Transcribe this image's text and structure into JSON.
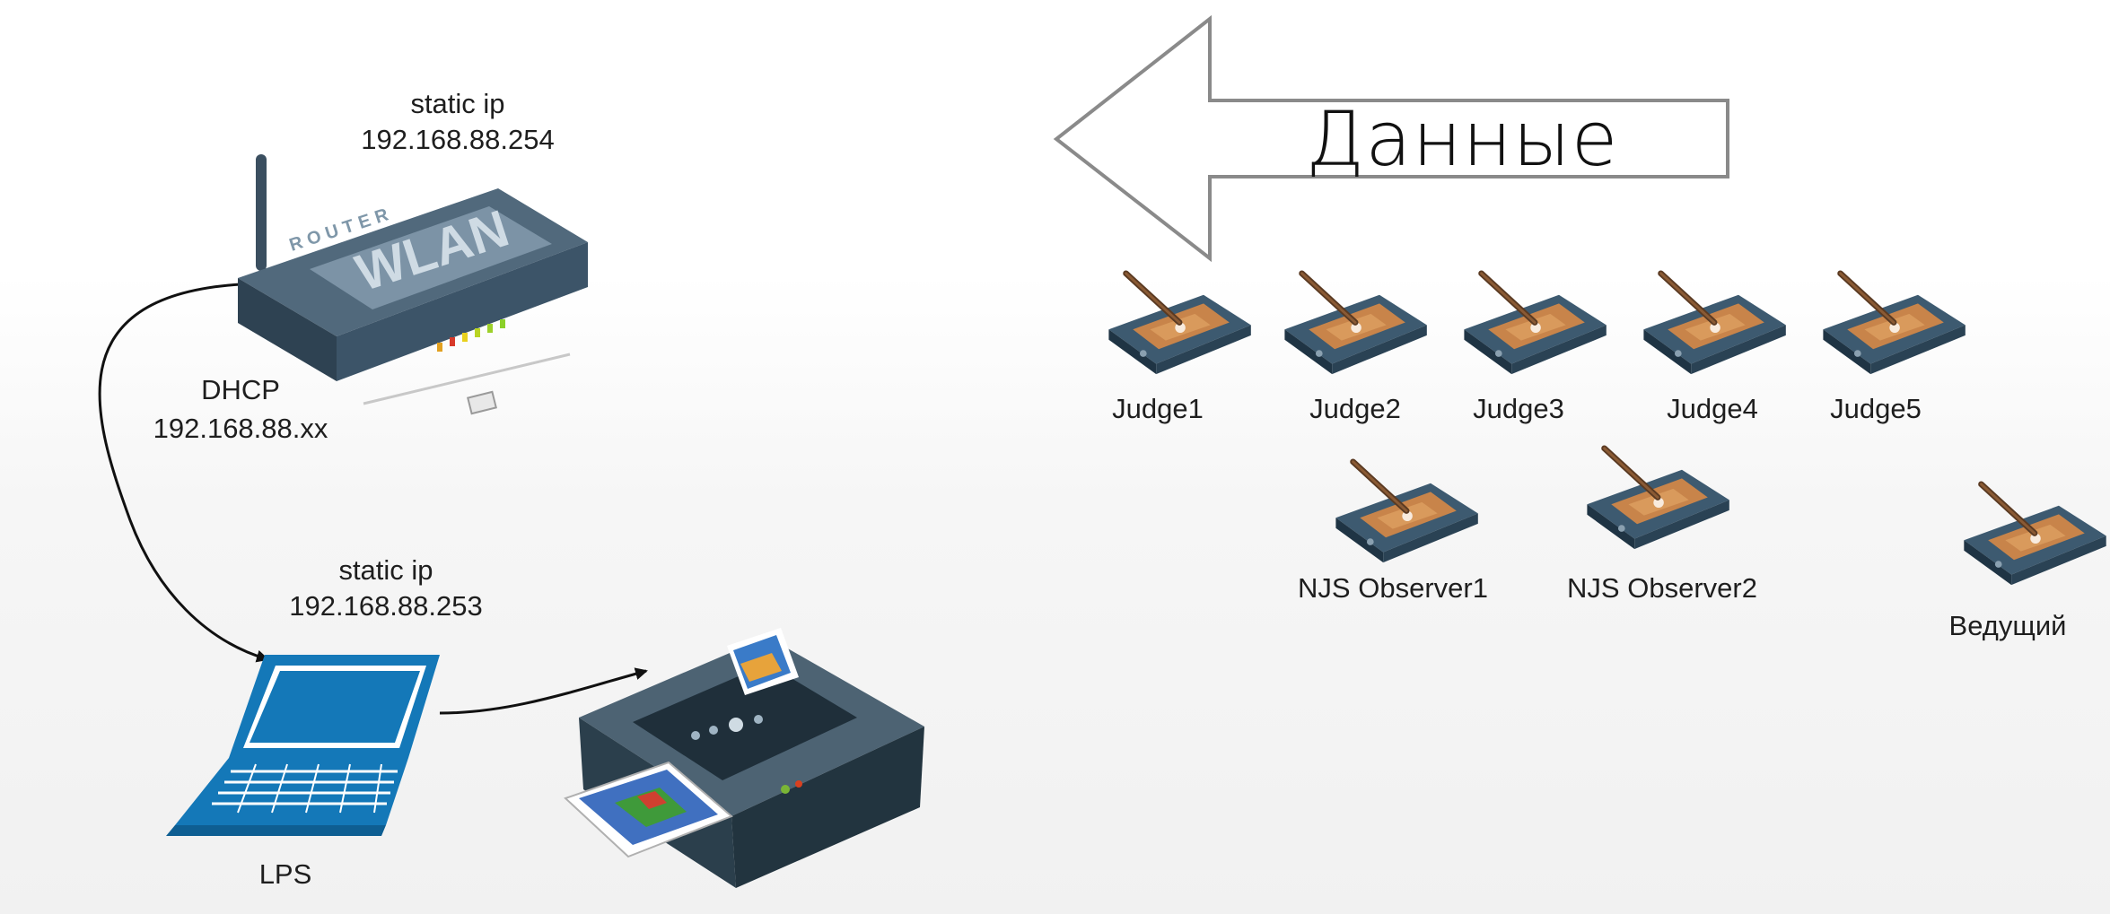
{
  "router": {
    "ip_mode": "static ip",
    "ip": "192.168.88.254",
    "logo_text_top": "ROUTER",
    "logo_text_main": "WLAN"
  },
  "link_router_lps": {
    "protocol": "DHCP",
    "range": "192.168.88.xx"
  },
  "lps": {
    "ip_mode": "static ip",
    "ip": "192.168.88.253",
    "label": "LPS"
  },
  "arrow": {
    "label": "Данные"
  },
  "tablets": {
    "judges": [
      "Judge1",
      "Judge2",
      "Judge3",
      "Judge4",
      "Judge5"
    ],
    "observers": [
      "NJS Observer1",
      "NJS Observer2"
    ],
    "host": "Ведущий"
  },
  "colors": {
    "tablet_body": "#2e4a5e",
    "tablet_screen": "#c8844a",
    "laptop": "#1478b8",
    "router_body": "#3d5466",
    "printer_body": "#2b3f4c"
  }
}
